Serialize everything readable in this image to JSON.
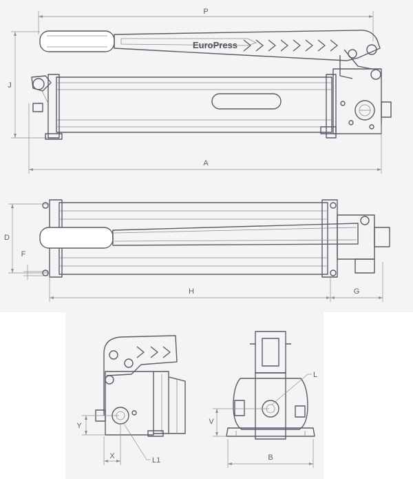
{
  "brand": "EuroPress",
  "dimensions": {
    "P": "P",
    "J": "J",
    "A": "A",
    "D": "D",
    "F": "F",
    "H": "H",
    "G": "G",
    "Y": "Y",
    "X": "X",
    "L1": "L1",
    "V": "V",
    "B": "B",
    "L": "L"
  },
  "colors": {
    "panel": "#f4f4f4",
    "line": "#5a5a68",
    "dimension": "#8e8e98"
  }
}
